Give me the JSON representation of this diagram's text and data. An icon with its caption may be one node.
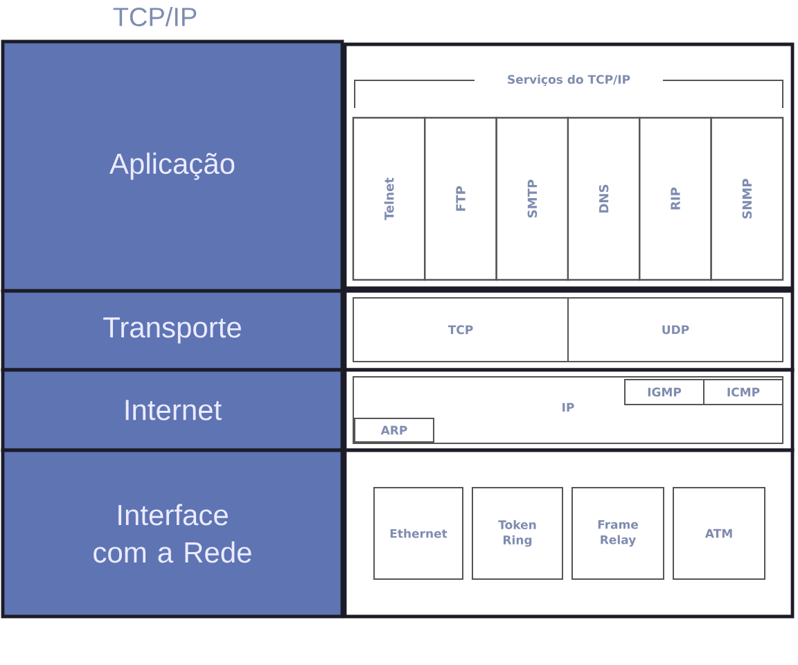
{
  "diagram": {
    "title": "TCP/IP",
    "nodes": [
      {
        "text": [
          "Aplicação"
        ]
      },
      {
        "text": [
          "Serviços do TCP/IP"
        ]
      },
      {
        "text": [
          "Telnet"
        ],
        "in": 1
      },
      {
        "text": [
          "FTP"
        ],
        "in": 1
      },
      {
        "text": [
          "SMTP"
        ],
        "in": 1
      },
      {
        "text": [
          "DNS"
        ],
        "in": 1
      },
      {
        "text": [
          "RIP"
        ],
        "in": 1
      },
      {
        "text": [
          "SNMP"
        ],
        "in": 1
      },
      {
        "text": [
          "Transporte"
        ]
      },
      {
        "text": [],
        "shape": "box"
      },
      {
        "text": [
          "TCP"
        ],
        "in": 9
      },
      {
        "text": [
          "UDP"
        ],
        "in": 9
      },
      {
        "text": [
          "Internet"
        ]
      },
      {
        "text": [],
        "shape": "box"
      },
      {
        "text": [
          "IP"
        ],
        "in": 13
      },
      {
        "text": [
          "IGMP"
        ],
        "in": 14
      },
      {
        "text": [
          "ICMP"
        ],
        "in": 14
      },
      {
        "text": [
          "ARP"
        ],
        "in": 14
      },
      {
        "text": [
          "Interface com a Rede"
        ]
      },
      {
        "text": [],
        "shape": "box"
      },
      {
        "text": [
          "Ethernet"
        ],
        "in": 19
      },
      {
        "text": [
          "Token Ring"
        ],
        "in": 19
      },
      {
        "text": [
          "Frame Relay"
        ],
        "in": 19
      },
      {
        "text": [
          "ATM"
        ],
        "in": 19
      }
    ]
  }
}
